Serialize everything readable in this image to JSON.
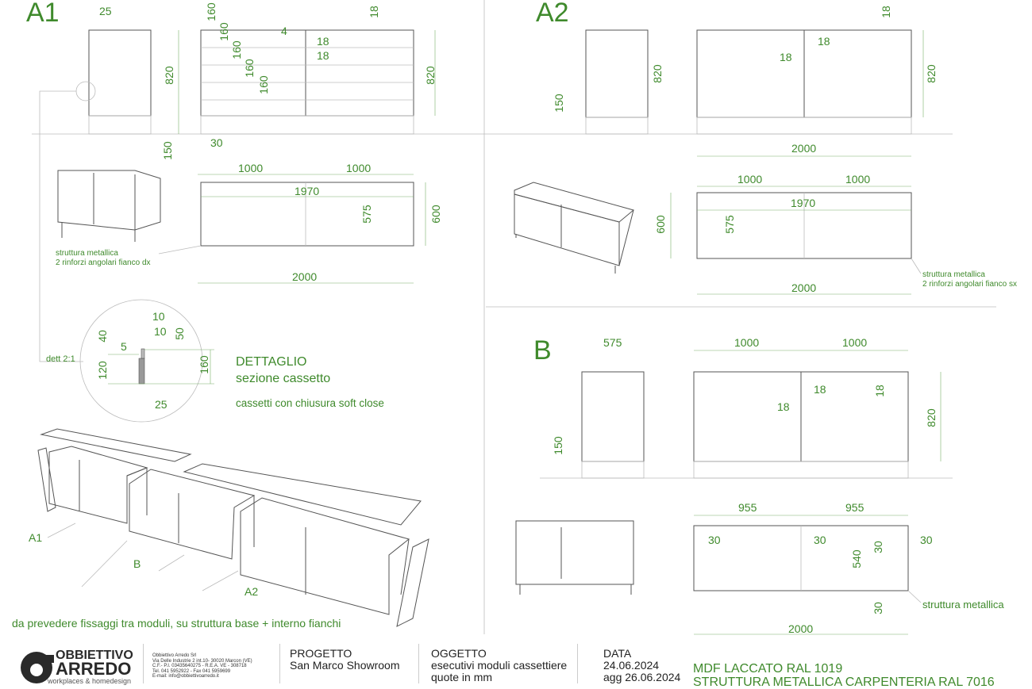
{
  "titles": {
    "a1": "A1",
    "a2": "A2",
    "b": "B"
  },
  "dims": [
    "25",
    "160",
    "160",
    "4",
    "18",
    "18",
    "160",
    "160",
    "160",
    "820",
    "820",
    "18",
    "150",
    "30",
    "1000",
    "1000",
    "1970",
    "575",
    "600",
    "2000",
    "10",
    "10",
    "40",
    "50",
    "5",
    "120",
    "160",
    "25",
    "18",
    "18",
    "18",
    "820",
    "820",
    "150",
    "2000",
    "1000",
    "1000",
    "1970",
    "575",
    "600",
    "2000",
    "575",
    "1000",
    "1000",
    "18",
    "18",
    "18",
    "820",
    "150",
    "955",
    "955",
    "30",
    "30",
    "30",
    "30",
    "540",
    "30",
    "2000"
  ],
  "notes": {
    "a1_struct_1": "struttura metallica",
    "a1_struct_2": "2 rinforzi angolari fianco dx",
    "a2_struct_1": "struttura metallica",
    "a2_struct_2": "2 rinforzi angolari fianco sx",
    "b_struct": "struttura metallica",
    "detail_ref": "dett 2:1",
    "detail_title": "DETTAGLIO",
    "detail_sub": "sezione cassetto",
    "detail_note": "cassetti con chiusura soft close",
    "label_a1": "A1",
    "label_b": "B",
    "label_a2": "A2",
    "fixing_note": "da prevedere fissaggi tra moduli, su struttura base + interno fianchi"
  },
  "footer": {
    "logo_line1": "OBBIETTIVO",
    "logo_line2": "ARREDO",
    "logo_tagline": "workplaces & homedesign",
    "company": [
      "Obbiettivo Arredo Srl",
      "Via Delle Industrie 2 int.10- 30020 Marcon (VE)",
      "C.F.- P.I. 03435640275 - R.E.A. VE - 308718",
      "Tel. 041 5952922 - Fax 041 5959699",
      "E-mail: info@obbiettivoarredo.it"
    ],
    "progetto_label": "PROGETTO",
    "progetto_value": "San Marco Showroom",
    "oggetto_label": "OGGETTO",
    "oggetto_line1": "esecutivi moduli cassettiere",
    "oggetto_line2": "quote in mm",
    "data_label": "DATA",
    "data_line1": "24.06.2024",
    "data_line2": "agg 26.06.2024",
    "material_1": "MDF LACCATO RAL 1019",
    "material_2": "STRUTTURA METALLICA CARPENTERIA RAL 7016"
  },
  "colors": {
    "accent": "#3f8a2c",
    "lines": "#555555"
  }
}
